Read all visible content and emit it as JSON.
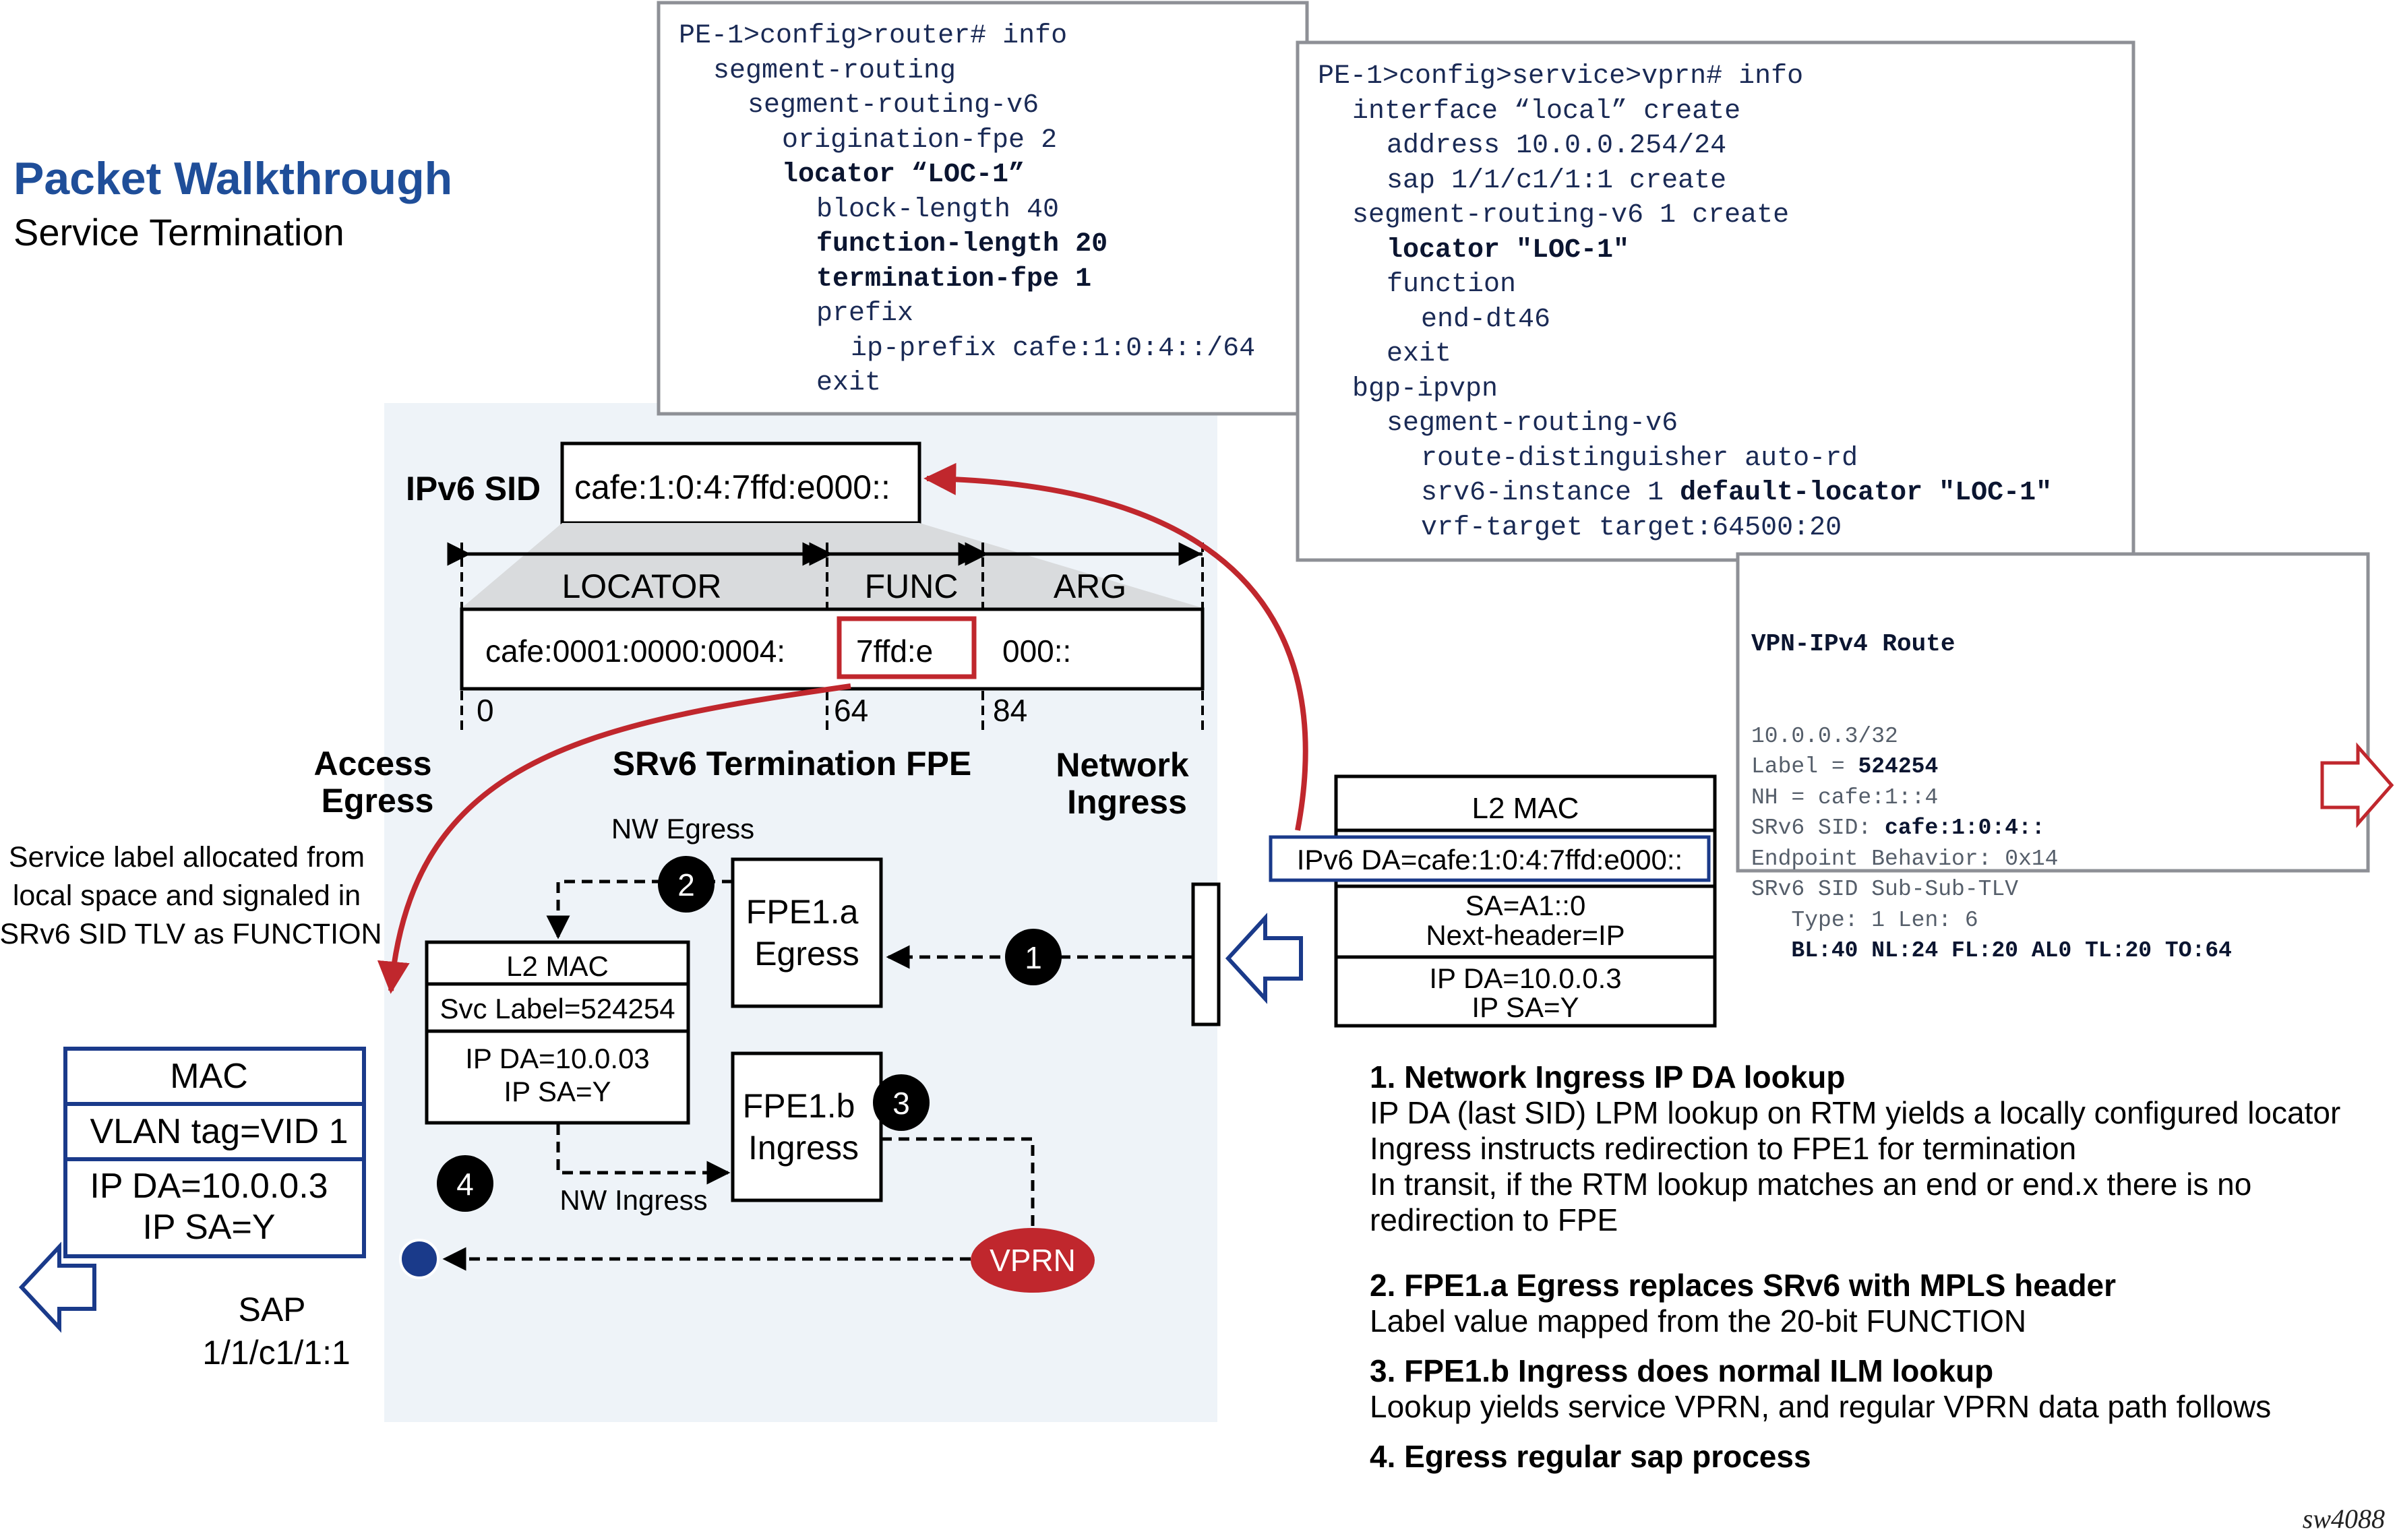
{
  "title": "Packet Walkthrough",
  "subtitle": "Service Termination",
  "router_config": {
    "lines": [
      {
        "text": "PE-1>config>router# info",
        "indent": 0,
        "bold": false
      },
      {
        "text": "segment-routing",
        "indent": 1,
        "bold": false
      },
      {
        "text": "segment-routing-v6",
        "indent": 2,
        "bold": false
      },
      {
        "text": "origination-fpe 2",
        "indent": 3,
        "bold": false
      },
      {
        "text": "locator “LOC-1”",
        "indent": 3,
        "bold": true
      },
      {
        "text": "block-length 40",
        "indent": 4,
        "bold": false
      },
      {
        "text": "function-length 20",
        "indent": 4,
        "bold": true
      },
      {
        "text": "termination-fpe 1",
        "indent": 4,
        "bold": true
      },
      {
        "text": "prefix",
        "indent": 4,
        "bold": false
      },
      {
        "text": "ip-prefix cafe:1:0:4::/64",
        "indent": 5,
        "bold": false
      },
      {
        "text": "exit",
        "indent": 4,
        "bold": false
      }
    ]
  },
  "vprn_config": {
    "lines": [
      {
        "text": "PE-1>config>service>vprn# info",
        "indent": 0,
        "bold": false
      },
      {
        "text": "interface “local” create",
        "indent": 1,
        "bold": false
      },
      {
        "text": "address 10.0.0.254/24",
        "indent": 2,
        "bold": false
      },
      {
        "text": "sap 1/1/c1/1:1 create",
        "indent": 2,
        "bold": false
      },
      {
        "text": "segment-routing-v6 1 create",
        "indent": 1,
        "bold": false
      },
      {
        "text": "locator \"LOC-1\"",
        "indent": 2,
        "bold": true
      },
      {
        "text": "function",
        "indent": 2,
        "bold": false
      },
      {
        "text": "end-dt46",
        "indent": 3,
        "bold": false
      },
      {
        "text": "exit",
        "indent": 2,
        "bold": false
      },
      {
        "text": "bgp-ipvpn",
        "indent": 1,
        "bold": false
      },
      {
        "text": "segment-routing-v6",
        "indent": 2,
        "bold": false
      },
      {
        "text": "route-distinguisher auto-rd",
        "indent": 3,
        "bold": false
      },
      {
        "text": "srv6-instance 1 ",
        "bold_tail": "default-locator \"LOC-1\"",
        "indent": 3,
        "bold": false
      },
      {
        "text": "vrf-target target:64500:20",
        "indent": 3,
        "bold": false
      }
    ]
  },
  "vpn_route": {
    "title": "VPN-IPv4 Route",
    "lines": [
      {
        "text": "10.0.0.3/32",
        "bold_tail": ""
      },
      {
        "text": "Label = ",
        "bold_tail": "524254"
      },
      {
        "text": "NH = cafe:1::4",
        "bold_tail": ""
      },
      {
        "text": "SRv6 SID: ",
        "bold_tail": "cafe:1:0:4::"
      },
      {
        "text": "Endpoint Behavior: 0x14",
        "bold_tail": ""
      },
      {
        "text": "SRv6 SID Sub-Sub-TLV",
        "bold_tail": ""
      },
      {
        "text": "   Type: 1 Len: 6",
        "bold_tail": ""
      },
      {
        "text": "   ",
        "bold_tail": "BL:40 NL:24 FL:20 AL0 TL:20 TO:64"
      }
    ]
  },
  "sid": {
    "label": "IPv6 SID",
    "value": "cafe:1:0:4:7ffd:e000::",
    "fields": [
      "LOCATOR",
      "FUNC",
      "ARG"
    ],
    "values": [
      "cafe:0001:0000:0004:",
      "7ffd:e",
      "000::"
    ],
    "offsets": [
      "0",
      "64",
      "84"
    ]
  },
  "zones": {
    "access_egress": [
      "Access",
      "Egress"
    ],
    "termination": "SRv6 Termination FPE",
    "network_ingress": [
      "Network",
      "Ingress"
    ]
  },
  "service_note": [
    "Service label allocated from",
    "local space and signaled in",
    "SRv6 SID TLV as FUNCTION"
  ],
  "incoming_packet": {
    "rows": [
      "L2 MAC",
      "IPv6 DA=cafe:1:0:4:7ffd:e000::",
      "SA=A1::0",
      "Next-header=IP",
      "IP DA=10.0.0.3",
      "IP SA=Y"
    ]
  },
  "mpls_packet": {
    "rows": [
      "L2 MAC",
      "Svc Label=524254",
      "IP DA=10.0.03",
      "IP SA=Y"
    ]
  },
  "sap_packet": {
    "rows": [
      "MAC",
      "VLAN tag=VID 1",
      "IP DA=10.0.0.3",
      "IP SA=Y"
    ]
  },
  "nodes": {
    "fpe_a": [
      "FPE1.a",
      "Egress"
    ],
    "fpe_b": [
      "FPE1.b",
      "Ingress"
    ],
    "vprn": "VPRN",
    "nw_egress": "NW Egress",
    "nw_ingress": "NW Ingress",
    "sap": [
      "SAP",
      "1/1/c1/1:1"
    ],
    "markers": [
      "1",
      "2",
      "3",
      "4"
    ]
  },
  "steps": [
    {
      "heading": "1. Network Ingress IP DA lookup",
      "lines": [
        "IP DA (last SID) LPM lookup on RTM yields a locally configured locator",
        "Ingress instructs redirection to FPE1 for termination",
        "In transit, if the RTM lookup matches an end or end.x there is no",
        "redirection to FPE"
      ]
    },
    {
      "heading": "2. FPE1.a Egress replaces SRv6 with MPLS header",
      "lines": [
        "Label value mapped from the 20-bit FUNCTION"
      ]
    },
    {
      "heading": "3. FPE1.b Ingress does normal ILM lookup",
      "lines": [
        "Lookup yields service VPRN, and regular VPRN data path follows"
      ]
    },
    {
      "heading": "4. Egress regular sap process",
      "lines": []
    }
  ],
  "figure_id": "sw4088",
  "colors": {
    "title_blue": "#1f4e99",
    "panel_bg": "#eef3f8",
    "red": "#c0272d",
    "navy": "#1a3a8a",
    "box_gray": "#8e9096"
  }
}
